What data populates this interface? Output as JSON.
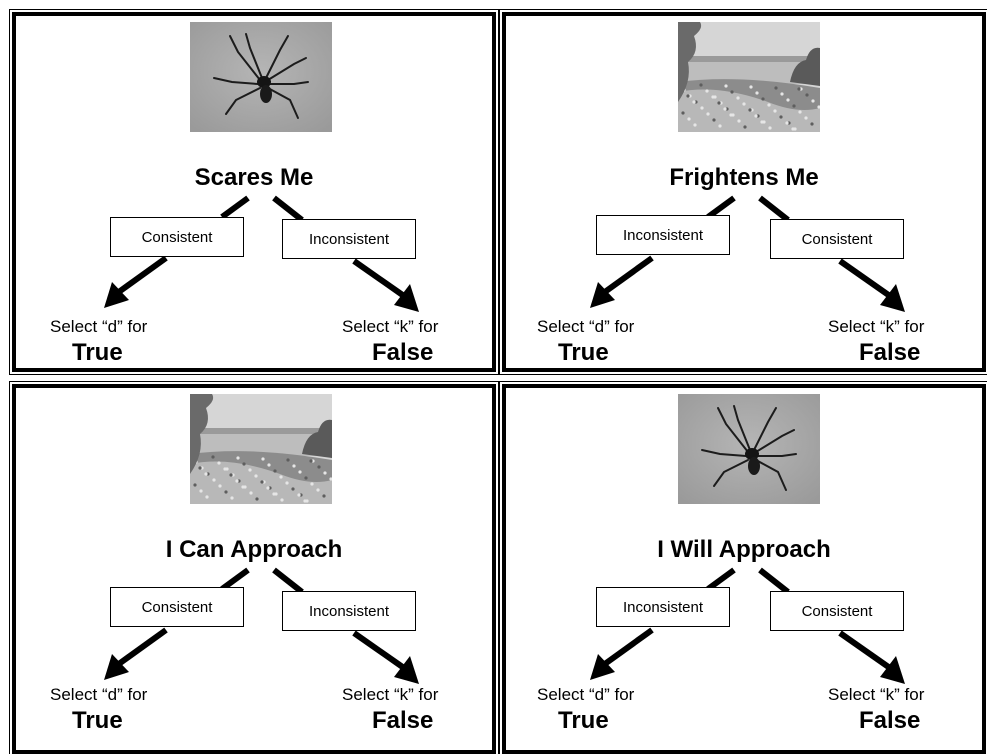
{
  "panels": [
    {
      "photo": "spider",
      "prompt": "Scares Me",
      "left_box": "Consistent",
      "right_box": "Inconsistent",
      "left_select": "Select “d” for",
      "left_answer": "True",
      "right_select": "Select “k” for",
      "right_answer": "False"
    },
    {
      "photo": "landscape",
      "prompt": "Frightens Me",
      "left_box": "Inconsistent",
      "right_box": "Consistent",
      "left_select": "Select “d” for",
      "left_answer": "True",
      "right_select": "Select “k” for",
      "right_answer": "False"
    },
    {
      "photo": "landscape",
      "prompt": "I Can Approach",
      "left_box": "Consistent",
      "right_box": "Inconsistent",
      "left_select": "Select “d” for",
      "left_answer": "True",
      "right_select": "Select “k” for",
      "right_answer": "False"
    },
    {
      "photo": "spider",
      "prompt": "I Will Approach",
      "left_box": "Inconsistent",
      "right_box": "Consistent",
      "left_select": "Select “d” for",
      "left_answer": "True",
      "right_select": "Select “k” for",
      "right_answer": "False"
    }
  ],
  "colors": {
    "ink": "#000000",
    "photo_gray": "#a9a9a9",
    "sky": "#d8d8d8"
  }
}
